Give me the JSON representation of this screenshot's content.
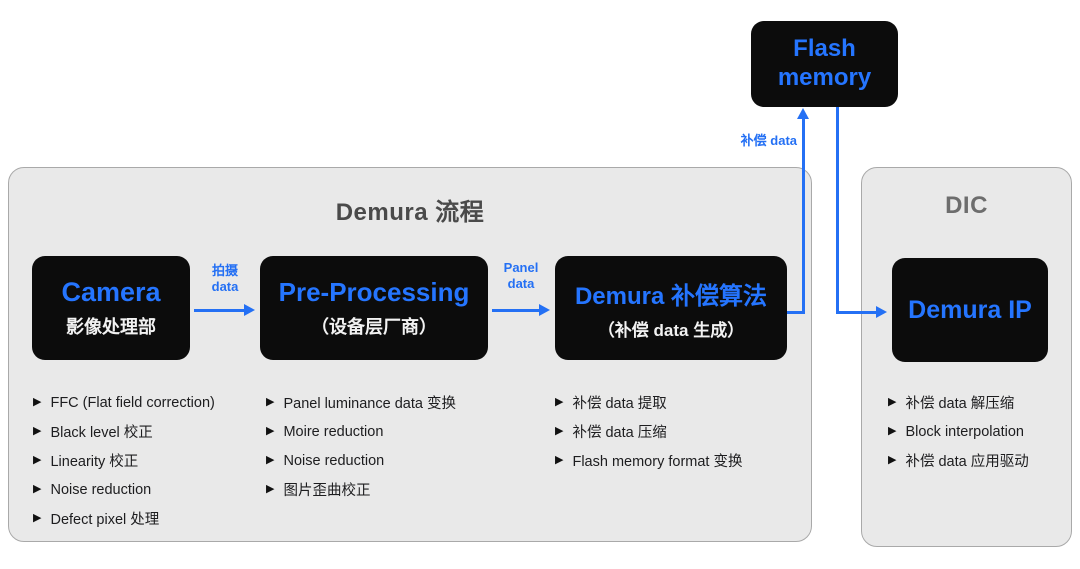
{
  "colors": {
    "accent_blue": "#2470f4",
    "box_black": "#0c0c0c",
    "panel_gray": "#e9e9e9",
    "panel_border": "#a9a9a9",
    "main_title_gray": "#4a4a4a",
    "dic_title_gray": "#6d6d6d",
    "bullet_text": "#1d1d1f",
    "box_subtitle_white": "#f2f2f2",
    "page_background": "#ffffff"
  },
  "icons": {
    "bullet": "▶"
  },
  "flash_memory": {
    "label": "Flash memory"
  },
  "flow_labels": {
    "capture_data": "拍摄\ndata",
    "panel_data": "Panel\ndata",
    "compensation_data": "补偿 data"
  },
  "demura_panel": {
    "title": "Demura 流程",
    "camera": {
      "title": "Camera",
      "subtitle": "影像处理部",
      "items": [
        "FFC (Flat field correction)",
        "Black level 校正",
        "Linearity 校正",
        "Noise reduction",
        "Defect pixel 处理"
      ]
    },
    "preprocessing": {
      "title": "Pre-Processing",
      "subtitle": "（设备层厂商）",
      "items": [
        "Panel luminance data 变换",
        "Moire reduction",
        "Noise reduction",
        "图片歪曲校正"
      ]
    },
    "demura_algo": {
      "title": "Demura 补偿算法",
      "subtitle": "（补偿 data 生成）",
      "items": [
        "补偿 data 提取",
        "补偿 data 压缩",
        "Flash memory format 变换"
      ]
    }
  },
  "dic_panel": {
    "title": "DIC",
    "demura_ip": {
      "title": "Demura IP",
      "items": [
        "补偿 data 解压缩",
        "Block interpolation",
        "补偿 data 应用驱动"
      ]
    }
  }
}
